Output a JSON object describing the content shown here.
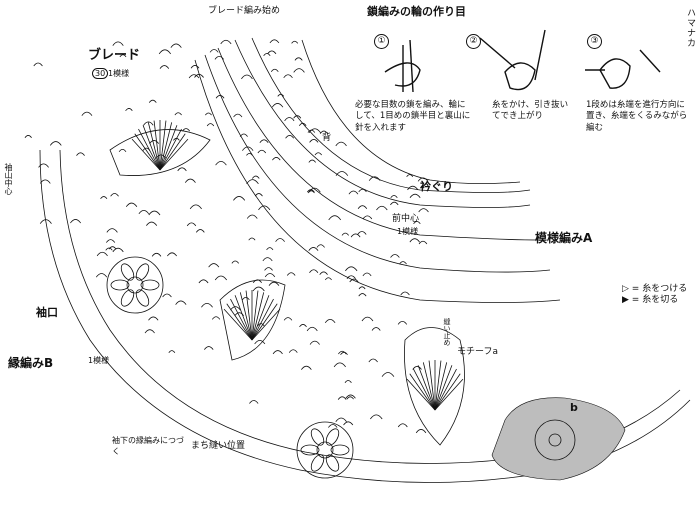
{
  "header": {
    "title": "鎖編みの輪の作り目",
    "side_mark": "ハマナカ"
  },
  "steps": [
    {
      "no": "①",
      "text": "必要な目数の鎖を編み、輪にして、1目めの鎖半目と裏山に針を入れます"
    },
    {
      "no": "②",
      "text": "糸をかけ、引き抜いてでき上がり"
    },
    {
      "no": "③",
      "text": "1段めは糸端を進行方向に置き、糸端をくるみながら編む"
    }
  ],
  "labels": {
    "braid": "ブレード",
    "braid_count": "1模様",
    "braid_count_n": "30",
    "braid_start": "ブレード編み始め",
    "back": "背",
    "neckline": "衿ぐり",
    "front_center": "前中心",
    "front_pattern": "1模様",
    "pattern_a": "模様編みA",
    "sleeve_center": "袖山中心",
    "cuff": "袖口",
    "edging_b": "縁編みB",
    "edging_b_count": "1模様",
    "motif_a": "モチーフa",
    "motif_b": "b",
    "sewing_pos": "まち縫い位置",
    "under_sleeve": "袖下の縁編みにつづく",
    "attach_marker": "縫い止め"
  },
  "legend": [
    {
      "symbol": "▷",
      "text": "= 糸をつける"
    },
    {
      "symbol": "▶",
      "text": "= 糸を切る"
    }
  ],
  "colors": {
    "ink": "#111111",
    "motif_shade": "#bdbdbd",
    "paper": "#ffffff"
  }
}
